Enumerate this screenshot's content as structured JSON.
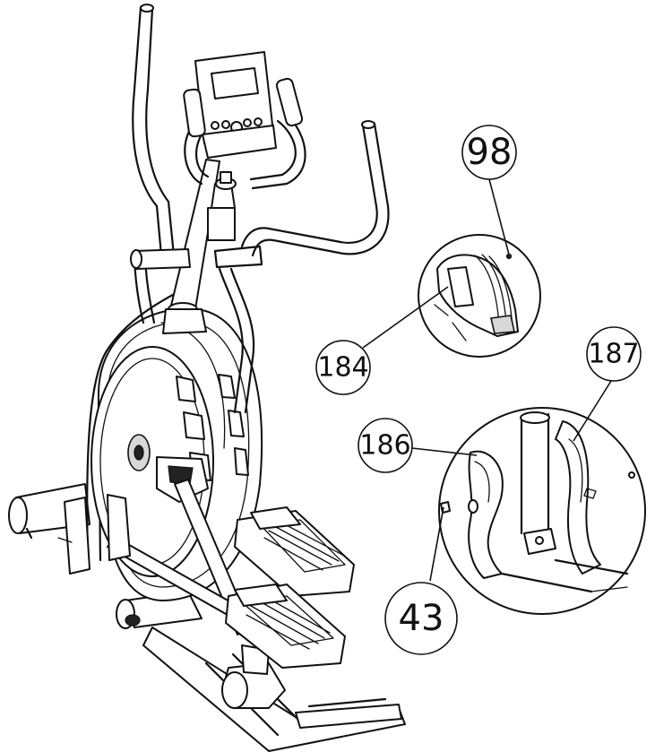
{
  "callouts": [
    {
      "id": "98",
      "label": "98"
    },
    {
      "id": "184",
      "label": "184"
    },
    {
      "id": "187",
      "label": "187"
    },
    {
      "id": "186",
      "label": "186"
    },
    {
      "id": "43",
      "label": "43"
    }
  ],
  "colors": {
    "line": "#111111",
    "background": "#ffffff"
  }
}
